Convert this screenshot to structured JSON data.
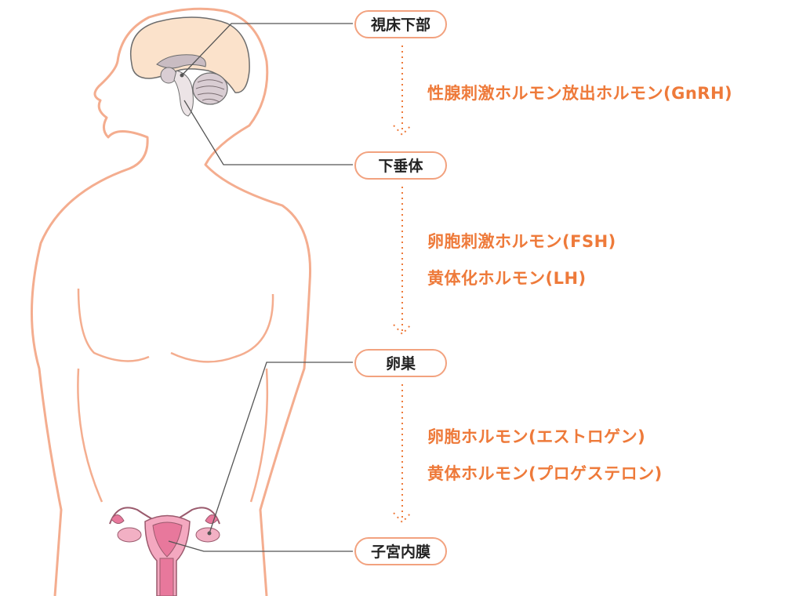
{
  "colors": {
    "body_outline": "#f4ad8f",
    "accent_orange": "#ee7a3a",
    "brain_fill": "#fbe2cb",
    "brain_inner": "#c9bcc2",
    "organ_pink": "#e8789c",
    "leader_line": "#555555"
  },
  "nodes": {
    "hypothalamus": "視床下部",
    "pituitary": "下垂体",
    "ovary": "卵巣",
    "endometrium": "子宮内膜"
  },
  "hormones": {
    "gnrh": "性腺刺激ホルモン放出ホルモン(GnRH)",
    "fsh": "卵胞刺激ホルモン(FSH)",
    "lh": "黄体化ホルモン(LH)",
    "estrogen": "卵胞ホルモン(エストロゲン)",
    "progesterone": "黄体ホルモン(プロゲステロン)"
  }
}
